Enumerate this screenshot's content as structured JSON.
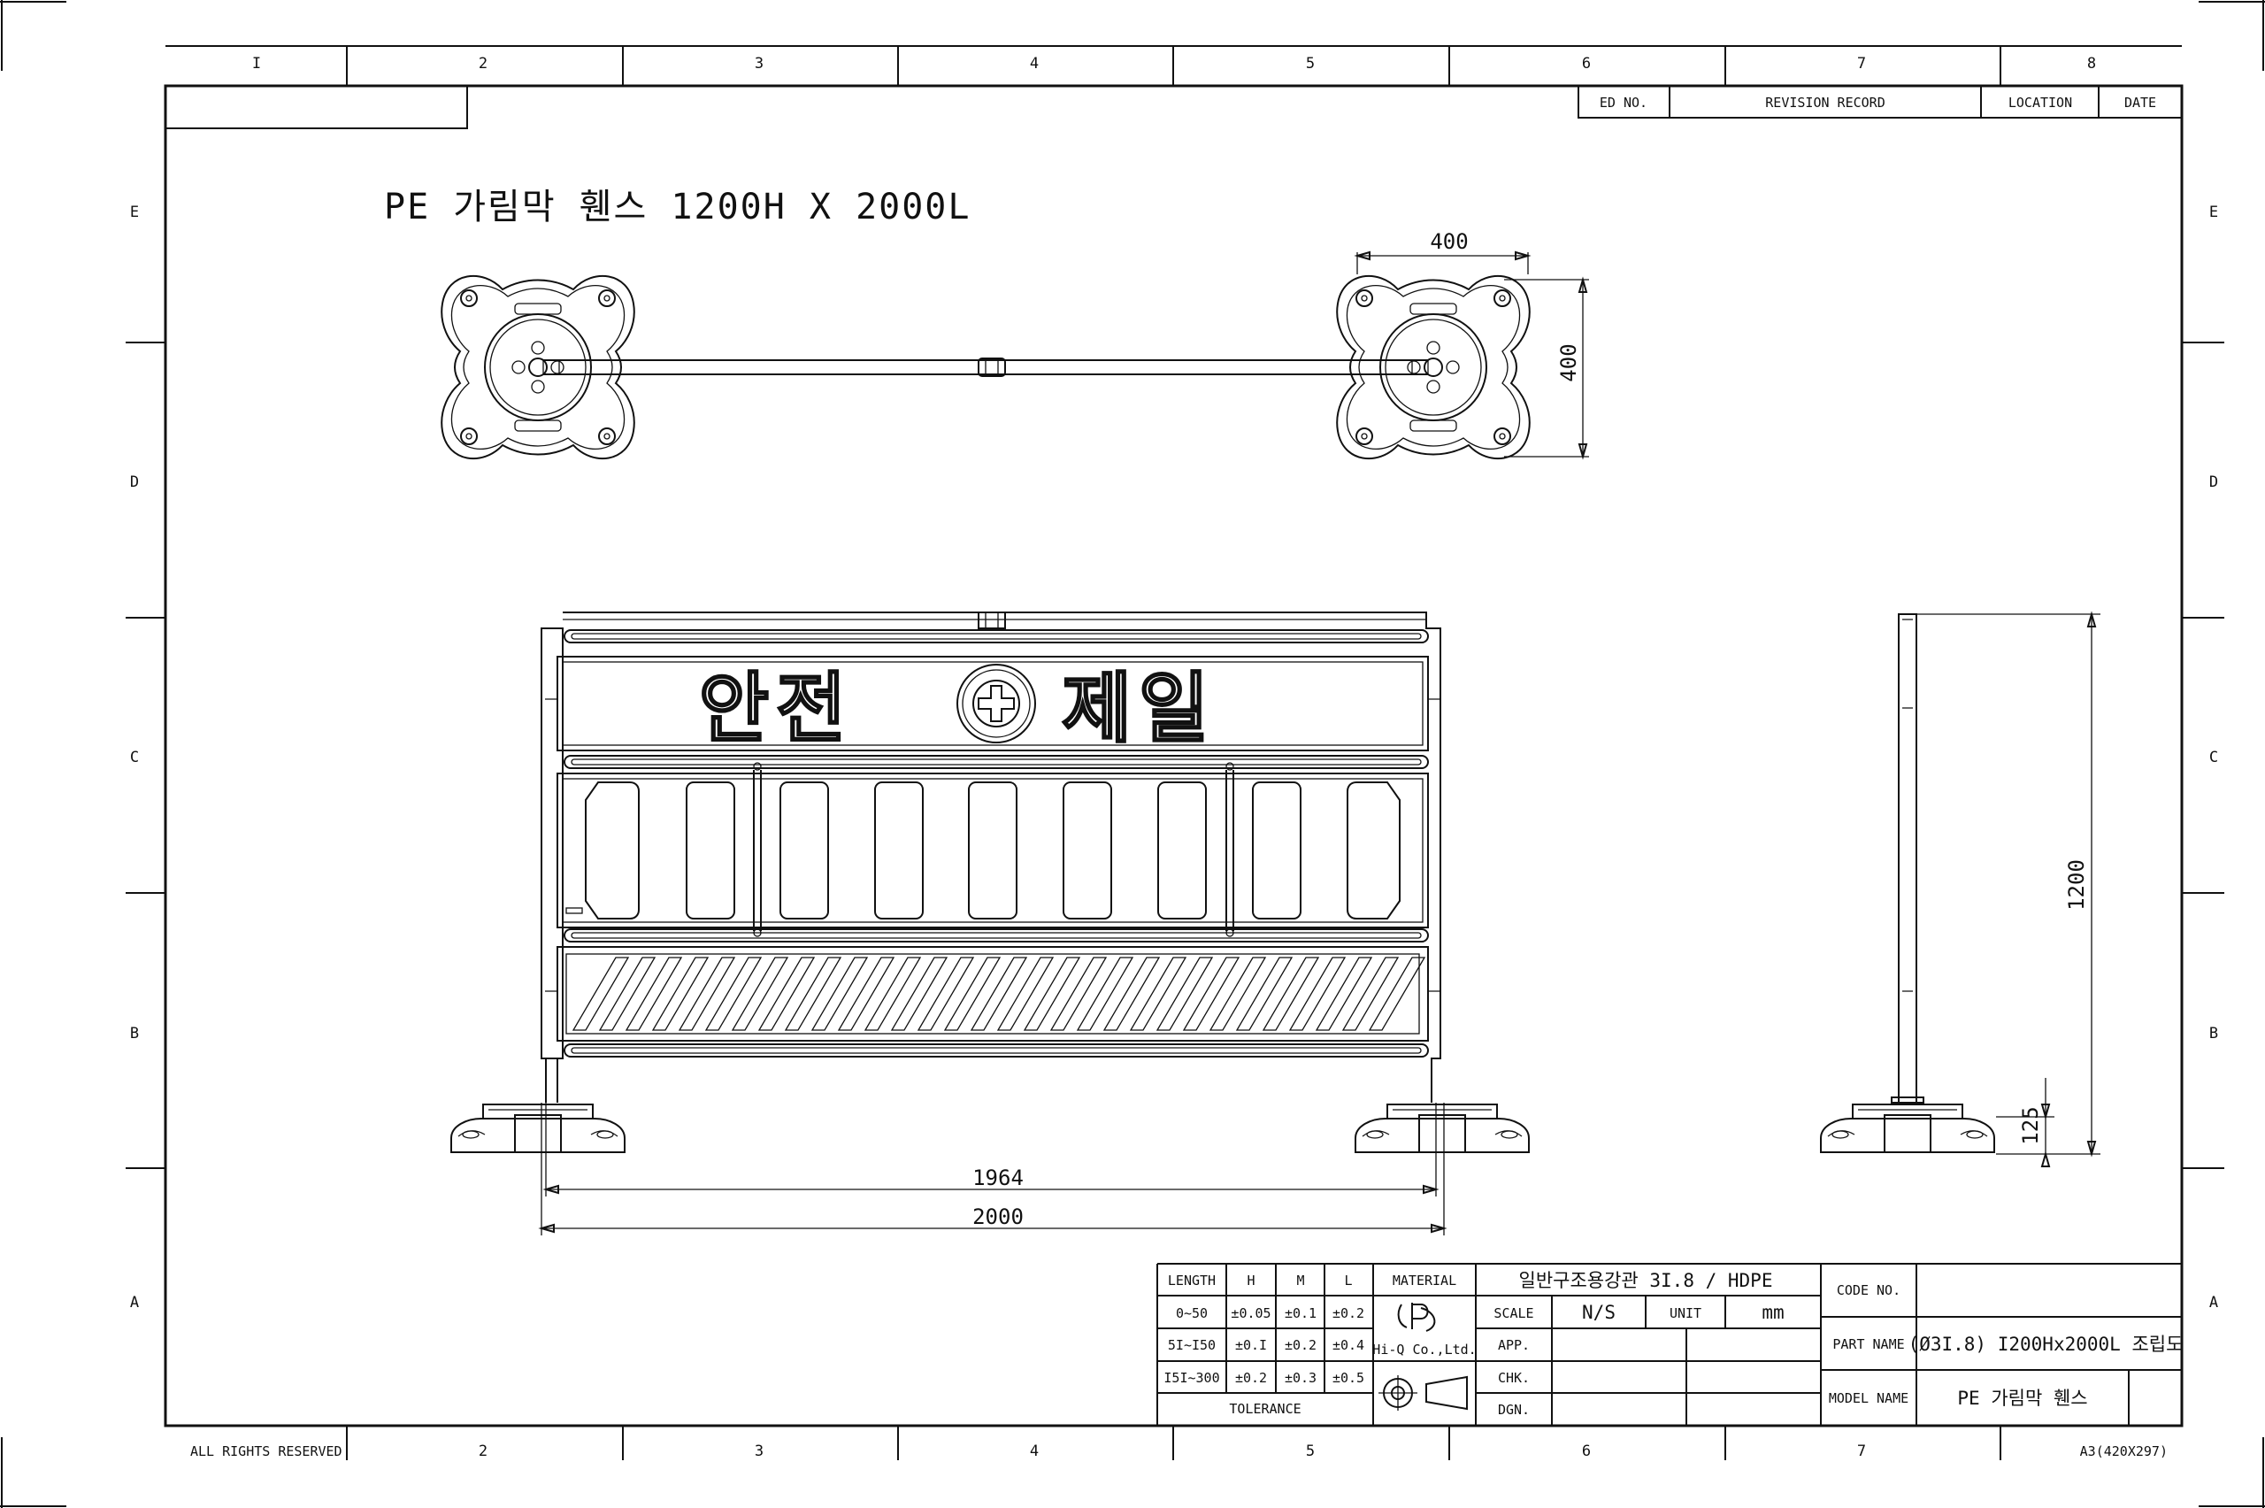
{
  "sheet": {
    "title": "PE 가림막 휀스 1200H X 2000L",
    "footer_left": "ALL RIGHTS RESERVED",
    "footer_right": "A3(420X297)",
    "columns": [
      "I",
      "2",
      "3",
      "4",
      "5",
      "6",
      "7",
      "8"
    ],
    "rows": [
      "E",
      "D",
      "C",
      "B",
      "A"
    ]
  },
  "revision": {
    "headers": [
      "ED NO.",
      "REVISION RECORD",
      "LOCATION",
      "DATE"
    ]
  },
  "drawing": {
    "sign_text_left": "안전",
    "sign_text_right": "제일",
    "dims": {
      "base_width": "400",
      "base_depth": "400",
      "inner_length": "1964",
      "total_length": "2000",
      "height": "1200",
      "foot_height": "125"
    }
  },
  "tolerance": {
    "headers": [
      "LENGTH",
      "H",
      "M",
      "L"
    ],
    "rows": [
      [
        "0~50",
        "±0.05",
        "±0.1",
        "±0.2"
      ],
      [
        "5I~I50",
        "±0.I",
        "±0.2",
        "±0.4"
      ],
      [
        "I5I~300",
        "±0.2",
        "±0.3",
        "±0.5"
      ]
    ],
    "footer": "TOLERANCE"
  },
  "titleblock": {
    "material_label": "MATERIAL",
    "material_value": "일반구조용강관  3I.8 / HDPE",
    "scale_label": "SCALE",
    "scale_value": "N/S",
    "unit_label": "UNIT",
    "unit_value": "mm",
    "company": "Hi-Q Co.,Ltd.",
    "app_label": "APP.",
    "chk_label": "CHK.",
    "dgn_label": "DGN.",
    "code_label": "CODE NO.",
    "part_label": "PART NAME",
    "part_value": "(Ø3I.8) I200Hx2000L 조립도",
    "model_label": "MODEL NAME",
    "model_value": "PE 가림막 휀스"
  }
}
